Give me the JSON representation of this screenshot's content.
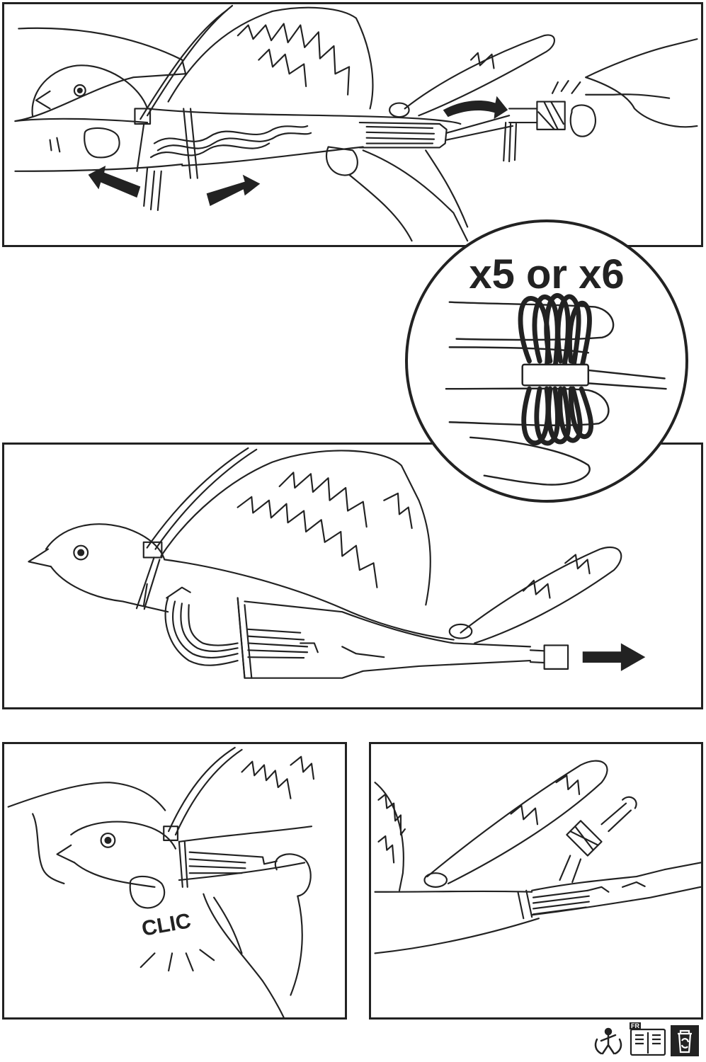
{
  "callout": {
    "label": "x5 or x6"
  },
  "panel3": {
    "sound_label": "CLIC"
  },
  "footer": {
    "language_badge": "FR",
    "icons": [
      "recycle-triman-icon",
      "sorting-info-leaflet-icon",
      "recycle-bin-icon"
    ]
  },
  "colors": {
    "ink": "#222222",
    "paper": "#ffffff"
  }
}
